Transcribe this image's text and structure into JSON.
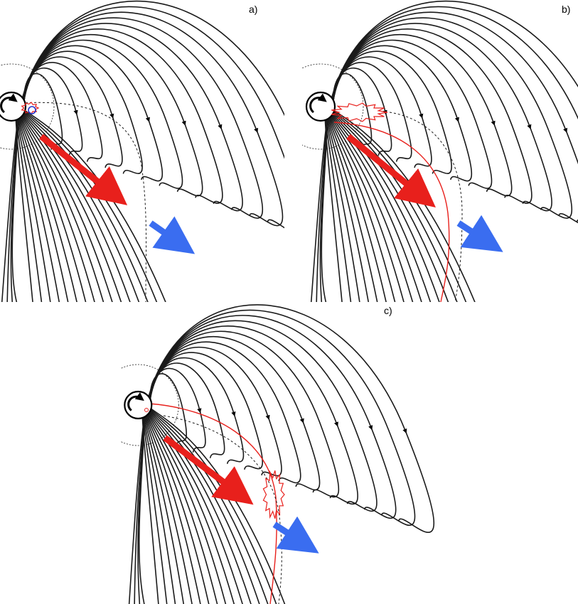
{
  "panels": [
    {
      "id": "a",
      "label": "a)"
    },
    {
      "id": "b",
      "label": "b)"
    },
    {
      "id": "c",
      "label": "c)"
    }
  ],
  "colors": {
    "field_line": "#1a1a1a",
    "red_feature": "#e8201c",
    "red_arrow": "#e8201c",
    "blue_arrow": "#3a6df0",
    "blue_loop": "#2233cc",
    "background": "#ffffff"
  },
  "icons": {
    "rotation": "curved-arrow-icon",
    "outflow_red": "red-arrow-icon",
    "outflow_blue": "blue-arrow-icon"
  }
}
